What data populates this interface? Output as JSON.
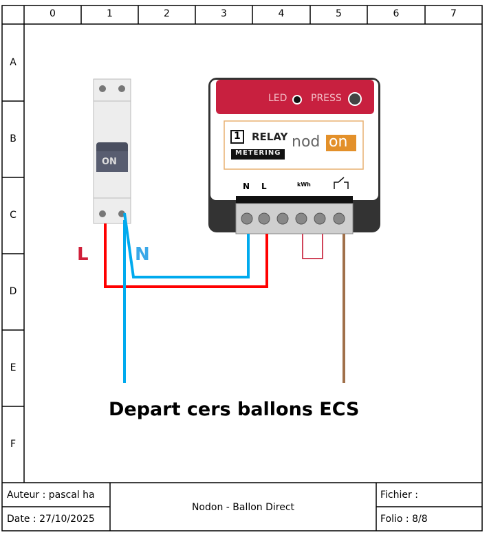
{
  "grid": {
    "columns": [
      "0",
      "1",
      "2",
      "3",
      "4",
      "5",
      "6",
      "7"
    ],
    "rows": [
      "A",
      "B",
      "C",
      "D",
      "E",
      "F"
    ]
  },
  "breaker": {
    "label": "ON"
  },
  "module": {
    "led": "LED",
    "press": "PRESS",
    "count": "1",
    "relay": "RELAY",
    "metering": "METERING",
    "brand": "nod",
    "brand_on": "on",
    "terminals": [
      "N",
      "L",
      "kWh"
    ]
  },
  "wires": {
    "l": "L",
    "n": "N",
    "colors": {
      "phase": "#ff0000",
      "neutral": "#00aaee",
      "output": "#a0704a"
    }
  },
  "caption": "Depart cers ballons ECS",
  "footer": {
    "author": "Auteur : pascal ha",
    "date": "Date : 27/10/2025",
    "title": "Nodon - Ballon Direct",
    "file": "Fichier :",
    "folio": "Folio : 8/8"
  }
}
